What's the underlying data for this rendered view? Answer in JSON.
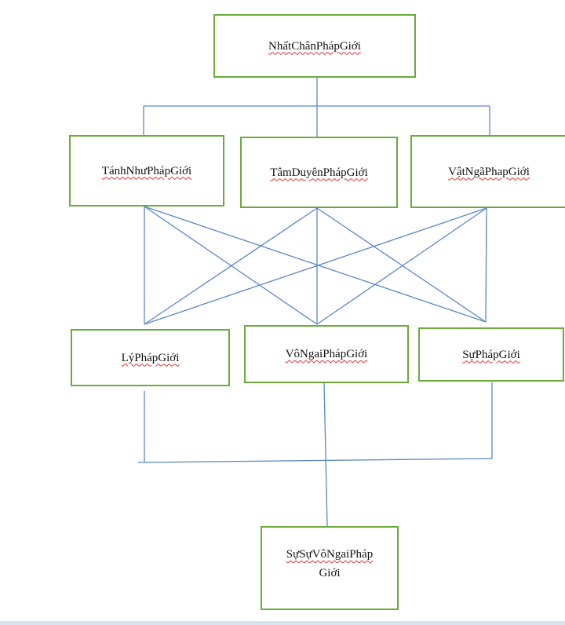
{
  "diagram": {
    "nodes": {
      "top": {
        "label": "NhấtChânPhápGiới"
      },
      "middle_left": {
        "label": "TánhNhưPhápGiới"
      },
      "middle_center": {
        "label": "TâmDuyênPhápGiới"
      },
      "middle_right": {
        "label": "VậtNgãPhapGiới"
      },
      "lower_left": {
        "label": "LýPhápGiới"
      },
      "lower_center": {
        "label": "VôNgaiPhápGiới"
      },
      "lower_right": {
        "label": "SựPhápGiới"
      },
      "bottom": {
        "label_line1": "SựSựVôNgaiPháp",
        "label_line2": "Giới"
      }
    },
    "colors": {
      "box_border": "#6aab3a",
      "connector": "#5b86c8",
      "spell_underline": "#e03030"
    }
  }
}
